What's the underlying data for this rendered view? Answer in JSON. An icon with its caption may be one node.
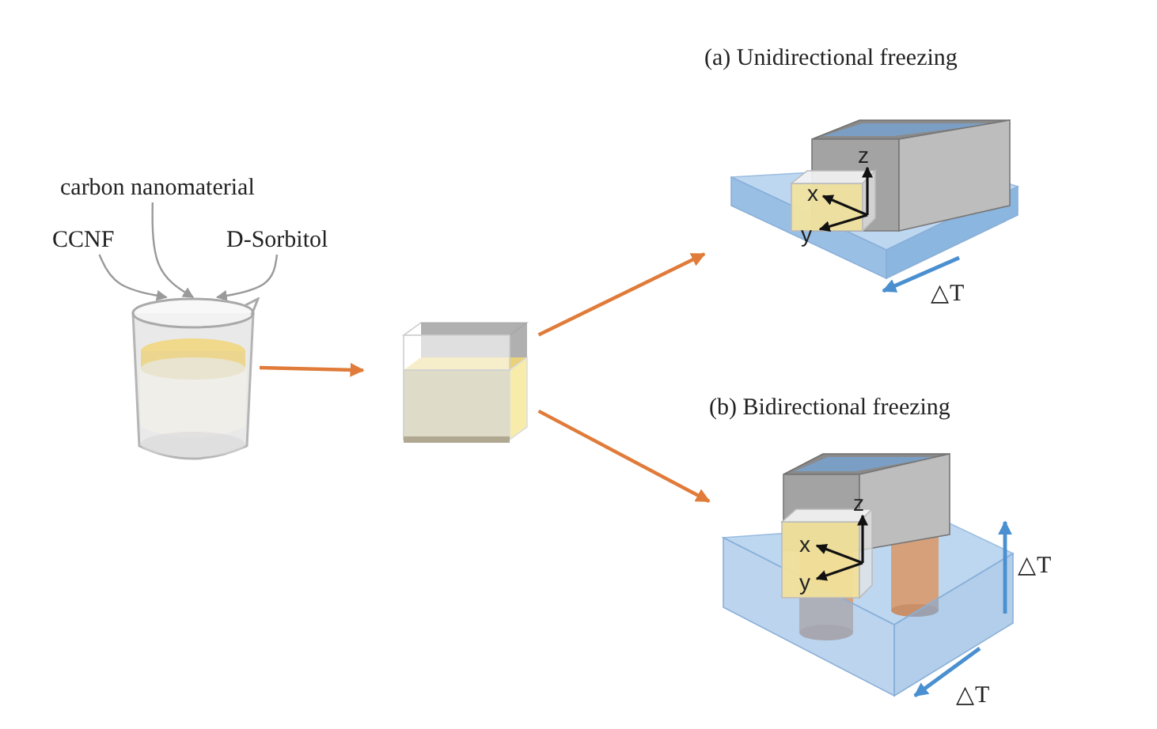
{
  "diagram": {
    "nodes": [
      {
        "text": [
          "CCNF"
        ]
      },
      {
        "text": [
          "carbon nanomaterial"
        ]
      },
      {
        "text": [
          "D-Sorbitol"
        ]
      },
      {
        "text": [],
        "shape": "picture"
      },
      {
        "text": [],
        "shape": "picture"
      },
      {
        "text": [
          "(a) Unidirectional freezing"
        ]
      },
      {
        "text": [
          "(b) Bidirectional freezing"
        ]
      }
    ],
    "edges": [
      {
        "from": 0,
        "to": 3,
        "arrow": "to",
        "color": "#9a9a9a"
      },
      {
        "from": 1,
        "to": 3,
        "arrow": "to",
        "color": "#9a9a9a"
      },
      {
        "from": 2,
        "to": 3,
        "arrow": "to",
        "color": "#9a9a9a"
      },
      {
        "from": 3,
        "to": 4,
        "arrow": "to",
        "color": "#e07b39"
      },
      {
        "from": 4,
        "to": 5,
        "arrow": "to",
        "color": "#e07b39"
      },
      {
        "from": 4,
        "to": 6,
        "arrow": "to",
        "color": "#e07b39"
      }
    ],
    "labels": [
      "z",
      "x",
      "y",
      "△T",
      "z",
      "x",
      "y",
      "△T",
      "△T"
    ]
  }
}
